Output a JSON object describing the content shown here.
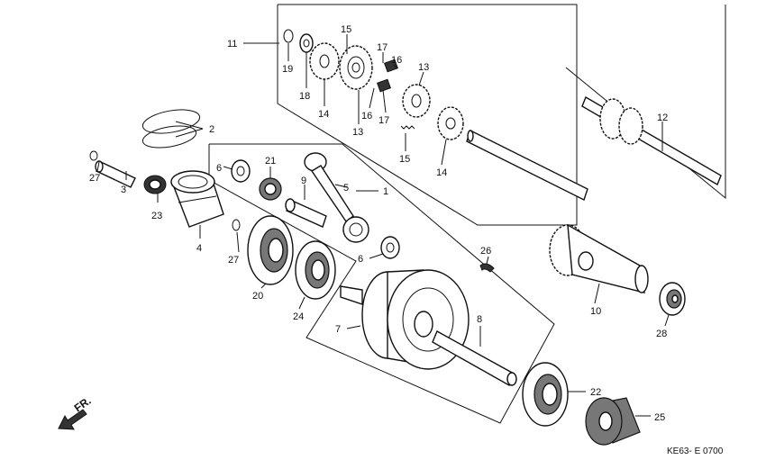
{
  "diagram": {
    "callouts": [
      {
        "key": "c1",
        "text": "1"
      },
      {
        "key": "c2",
        "text": "2"
      },
      {
        "key": "c3",
        "text": "3"
      },
      {
        "key": "c4",
        "text": "4"
      },
      {
        "key": "c5",
        "text": "5"
      },
      {
        "key": "c6a",
        "text": "6"
      },
      {
        "key": "c6b",
        "text": "6"
      },
      {
        "key": "c7",
        "text": "7"
      },
      {
        "key": "c8",
        "text": "8"
      },
      {
        "key": "c9",
        "text": "9"
      },
      {
        "key": "c10",
        "text": "10"
      },
      {
        "key": "c11",
        "text": "11"
      },
      {
        "key": "c12",
        "text": "12"
      },
      {
        "key": "c13a",
        "text": "13"
      },
      {
        "key": "c13b",
        "text": "13"
      },
      {
        "key": "c14a",
        "text": "14"
      },
      {
        "key": "c14b",
        "text": "14"
      },
      {
        "key": "c15a",
        "text": "15"
      },
      {
        "key": "c15b",
        "text": "15"
      },
      {
        "key": "c16a",
        "text": "16"
      },
      {
        "key": "c16b",
        "text": "16"
      },
      {
        "key": "c17a",
        "text": "17"
      },
      {
        "key": "c17b",
        "text": "17"
      },
      {
        "key": "c18",
        "text": "18"
      },
      {
        "key": "c19",
        "text": "19"
      },
      {
        "key": "c20",
        "text": "20"
      },
      {
        "key": "c21",
        "text": "21"
      },
      {
        "key": "c22",
        "text": "22"
      },
      {
        "key": "c23",
        "text": "23"
      },
      {
        "key": "c24",
        "text": "24"
      },
      {
        "key": "c25",
        "text": "25"
      },
      {
        "key": "c26",
        "text": "26"
      },
      {
        "key": "c27a",
        "text": "27"
      },
      {
        "key": "c27b",
        "text": "27"
      },
      {
        "key": "c28",
        "text": "28"
      }
    ],
    "direction_label": "FR.",
    "drawing_code": "KE63- E 0700"
  }
}
